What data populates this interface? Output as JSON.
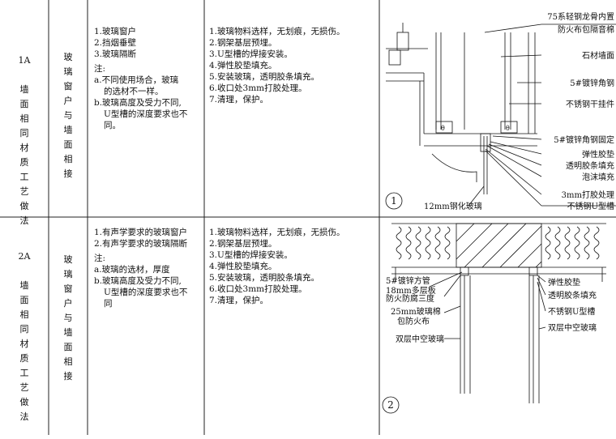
{
  "rows": [
    {
      "id": "1A",
      "category": "墙\n面\n相\n同\n材\n质\n工\n艺\n做\n法",
      "title": "玻\n璃\n窗\n户\n与\n墙\n面\n相\n接",
      "scope": [
        "1.玻璃窗户",
        "2.挡烟垂壁",
        "3.玻璃隔断"
      ],
      "note_label": "注:",
      "notes": [
        "a.不同使用场合，玻璃",
        "的选材不一样。",
        "b.玻璃高度及受力不同,",
        "U型槽的深度要求也不",
        "同。"
      ],
      "process": [
        "1.玻璃物料选样，无划痕，无损伤。",
        "2.钢架基层预埋。",
        "3.U型槽的焊接安装。",
        "4.弹性胶垫填充。",
        "5.安装玻璃，透明胶条填充。",
        "6.收口处3mm打胶处理。",
        "7.清理，保护。"
      ],
      "diagram_no": "1",
      "labels": [
        "75系轻钢龙骨内置",
        "防火布包隔音棉",
        "石材墙面",
        "5#镀锌角钢",
        "不锈钢干挂件",
        "5#镀锌角钢固定",
        "弹性胶垫",
        "透明胶条填充",
        "泡沫填充",
        "3mm打胶处理",
        "不锈钢U型槽",
        "12mm钢化玻璃"
      ]
    },
    {
      "id": "2A",
      "category": "墙\n面\n相\n同\n材\n质\n工\n艺\n做\n法",
      "title": "玻\n璃\n窗\n户\n与\n墙\n面\n相\n接",
      "scope": [
        "1.有声学要求的玻璃窗户",
        "2.有声学要求的玻璃隔断"
      ],
      "note_label": "注:",
      "notes": [
        "a.玻璃的选材，厚度",
        "b.玻璃高度及受力不同,",
        "U型槽的深度要求也不",
        "同"
      ],
      "process": [
        "1.玻璃物料选样，无划痕，无损伤。",
        "2.钢架基层预埋。",
        "3.U型槽的焊接安装。",
        "4.弹性胶垫填充。",
        "5.安装玻璃，透明胶条填充。",
        "6.收口处3mm打胶处理。",
        "7.清理，保护。"
      ],
      "diagram_no": "2",
      "labels": [
        "5#镀锌方管",
        "18mm多层板",
        "防火防腐三度",
        "25mm玻璃棉",
        "包防火布",
        "双层中空玻璃",
        "弹性胶垫",
        "透明胶条填充",
        "不锈钢U型槽",
        "双层中空玻璃"
      ]
    }
  ]
}
